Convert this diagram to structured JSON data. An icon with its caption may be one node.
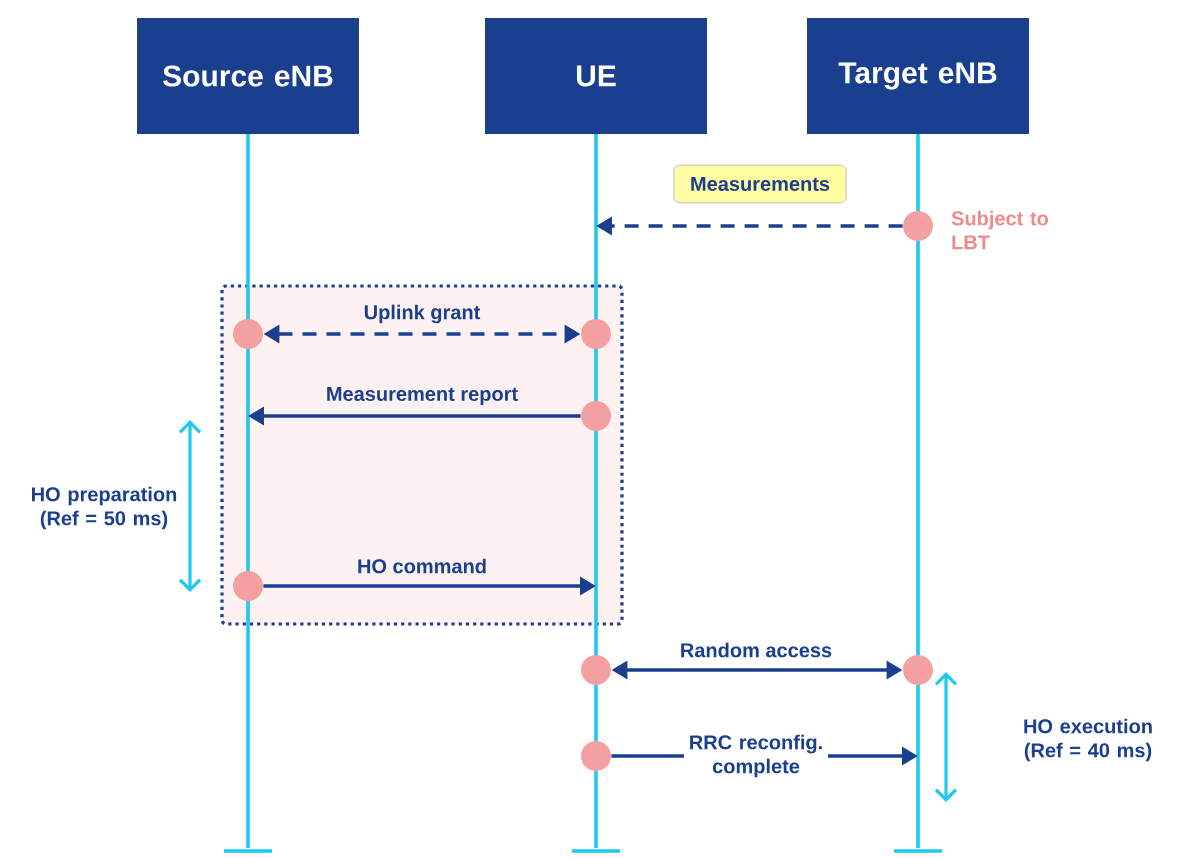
{
  "diagram": {
    "nodes": [
      {
        "text": [
          "Source eNB"
        ]
      },
      {
        "text": [
          "UE"
        ]
      },
      {
        "text": [
          "Target eNB"
        ]
      },
      {
        "text": [],
        "shape": "circle",
        "beside": [
          "Subject to LBT"
        ]
      },
      {
        "text": [],
        "shape": "circle"
      },
      {
        "text": [],
        "shape": "circle"
      },
      {
        "text": [],
        "shape": "circle"
      },
      {
        "text": [],
        "shape": "circle"
      },
      {
        "text": [],
        "shape": "circle"
      },
      {
        "text": [],
        "shape": "circle"
      },
      {
        "text": [],
        "shape": "circle"
      }
    ],
    "edges": [
      {
        "from": 3,
        "to": null,
        "arrow": "to",
        "label": "Measurements",
        "style": "dashed"
      },
      {
        "from": 4,
        "to": 5,
        "arrow": "both",
        "label": "Uplink grant",
        "style": "dashed"
      },
      {
        "from": 6,
        "to": null,
        "arrow": "to",
        "label": "Measurement report"
      },
      {
        "from": 7,
        "to": null,
        "arrow": "to",
        "label": "HO command"
      },
      {
        "from": 8,
        "to": 9,
        "arrow": "both",
        "label": "Random access"
      },
      {
        "from": 10,
        "to": null,
        "arrow": "to",
        "label": "RRC reconfig. complete"
      }
    ],
    "labels": [
      "HO preparation (Ref = 50 ms)",
      "HO execution (Ref = 40 ms)"
    ]
  }
}
